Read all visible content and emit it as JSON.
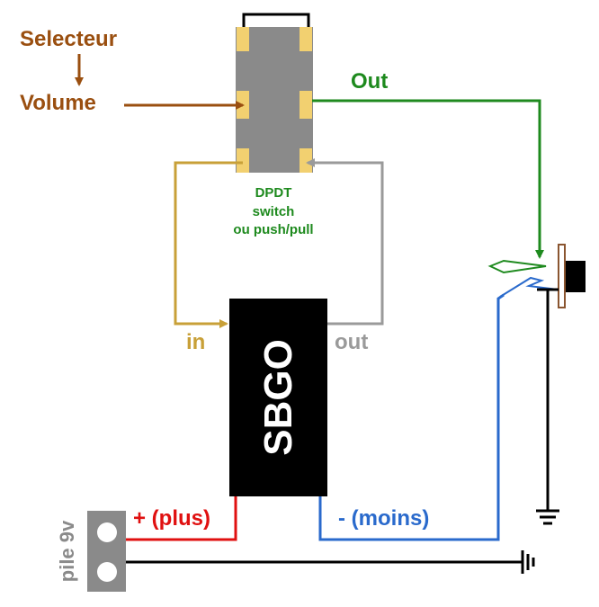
{
  "labels": {
    "selecteur": "Selecteur",
    "volume": "Volume",
    "out_top": "Out",
    "switch_line1": "DPDT",
    "switch_line2": "switch",
    "switch_line3": "ou push/pull",
    "in_label": "in",
    "out_label": "out",
    "pedal_name": "SBGO",
    "plus_label": "+ (plus)",
    "minus_label": "- (moins)",
    "battery_label": "pile 9v"
  },
  "colors": {
    "brown": "#9a4f10",
    "green": "#1e8a1e",
    "gold": "#c8a038",
    "gray_wire": "#9a9a9a",
    "red": "#e01010",
    "blue": "#2a6acc",
    "black": "#000000",
    "switch_body": "#8a8a8a",
    "pad": "#f2d070",
    "jack_brown": "#8a5530"
  }
}
